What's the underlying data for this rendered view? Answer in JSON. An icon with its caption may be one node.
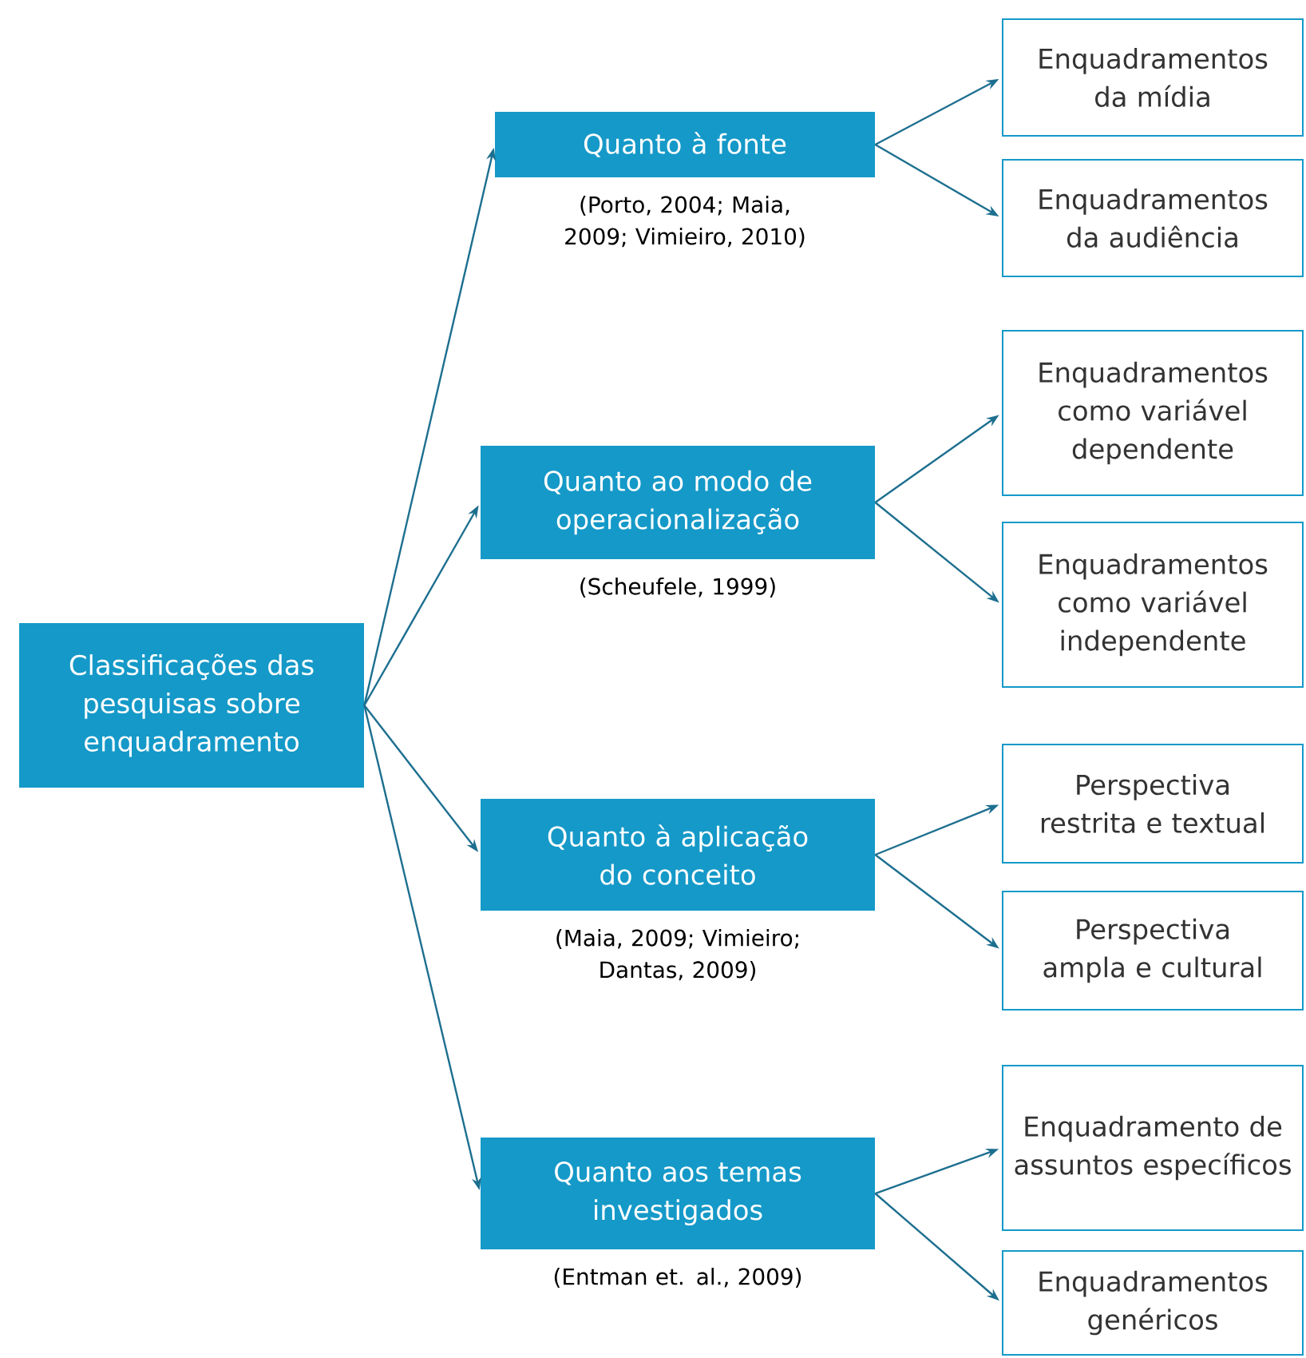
{
  "diagram": {
    "nodes": [
      {
        "text": [
          "Classificações das pesquisas sobre enquadramento"
        ]
      },
      {
        "text": [
          "Quanto à fonte"
        ],
        "beside": [
          "(Porto, 2004; Maia, 2009; Vimieiro, 2010)"
        ]
      },
      {
        "text": [
          "Enquadramentos da mídia"
        ]
      },
      {
        "text": [
          "Enquadramentos da audiência"
        ]
      },
      {
        "text": [
          "Quanto ao modo de operacionalização"
        ],
        "beside": [
          "(Scheufele, 1999)"
        ]
      },
      {
        "text": [
          "Enquadramentos como variável dependente"
        ]
      },
      {
        "text": [
          "Enquadramentos como variável independente"
        ]
      },
      {
        "text": [
          "Quanto à aplicação do conceito"
        ],
        "beside": [
          "(Maia, 2009; Vimieiro; Dantas, 2009)"
        ]
      },
      {
        "text": [
          "Perspectiva restrita e textual"
        ]
      },
      {
        "text": [
          "Perspectiva ampla e cultural"
        ]
      },
      {
        "text": [
          "Quanto aos temas investigados"
        ],
        "beside": [
          "(Entman et. al., 2009)"
        ]
      },
      {
        "text": [
          "Enquadramento de assuntos específicos"
        ]
      },
      {
        "text": [
          "Enquadramentos genéricos"
        ]
      }
    ],
    "edges": [
      {
        "from": 0,
        "to": 1,
        "arrow": "to"
      },
      {
        "from": 0,
        "to": 4,
        "arrow": "to"
      },
      {
        "from": 0,
        "to": 7,
        "arrow": "to"
      },
      {
        "from": 0,
        "to": 10,
        "arrow": "to"
      },
      {
        "from": 1,
        "to": 2,
        "arrow": "to"
      },
      {
        "from": 1,
        "to": 3,
        "arrow": "to"
      },
      {
        "from": 4,
        "to": 5,
        "arrow": "to"
      },
      {
        "from": 4,
        "to": 6,
        "arrow": "to"
      },
      {
        "from": 7,
        "to": 8,
        "arrow": "to"
      },
      {
        "from": 7,
        "to": 9,
        "arrow": "to"
      },
      {
        "from": 10,
        "to": 11,
        "arrow": "to"
      },
      {
        "from": 10,
        "to": 12,
        "arrow": "to"
      }
    ]
  }
}
